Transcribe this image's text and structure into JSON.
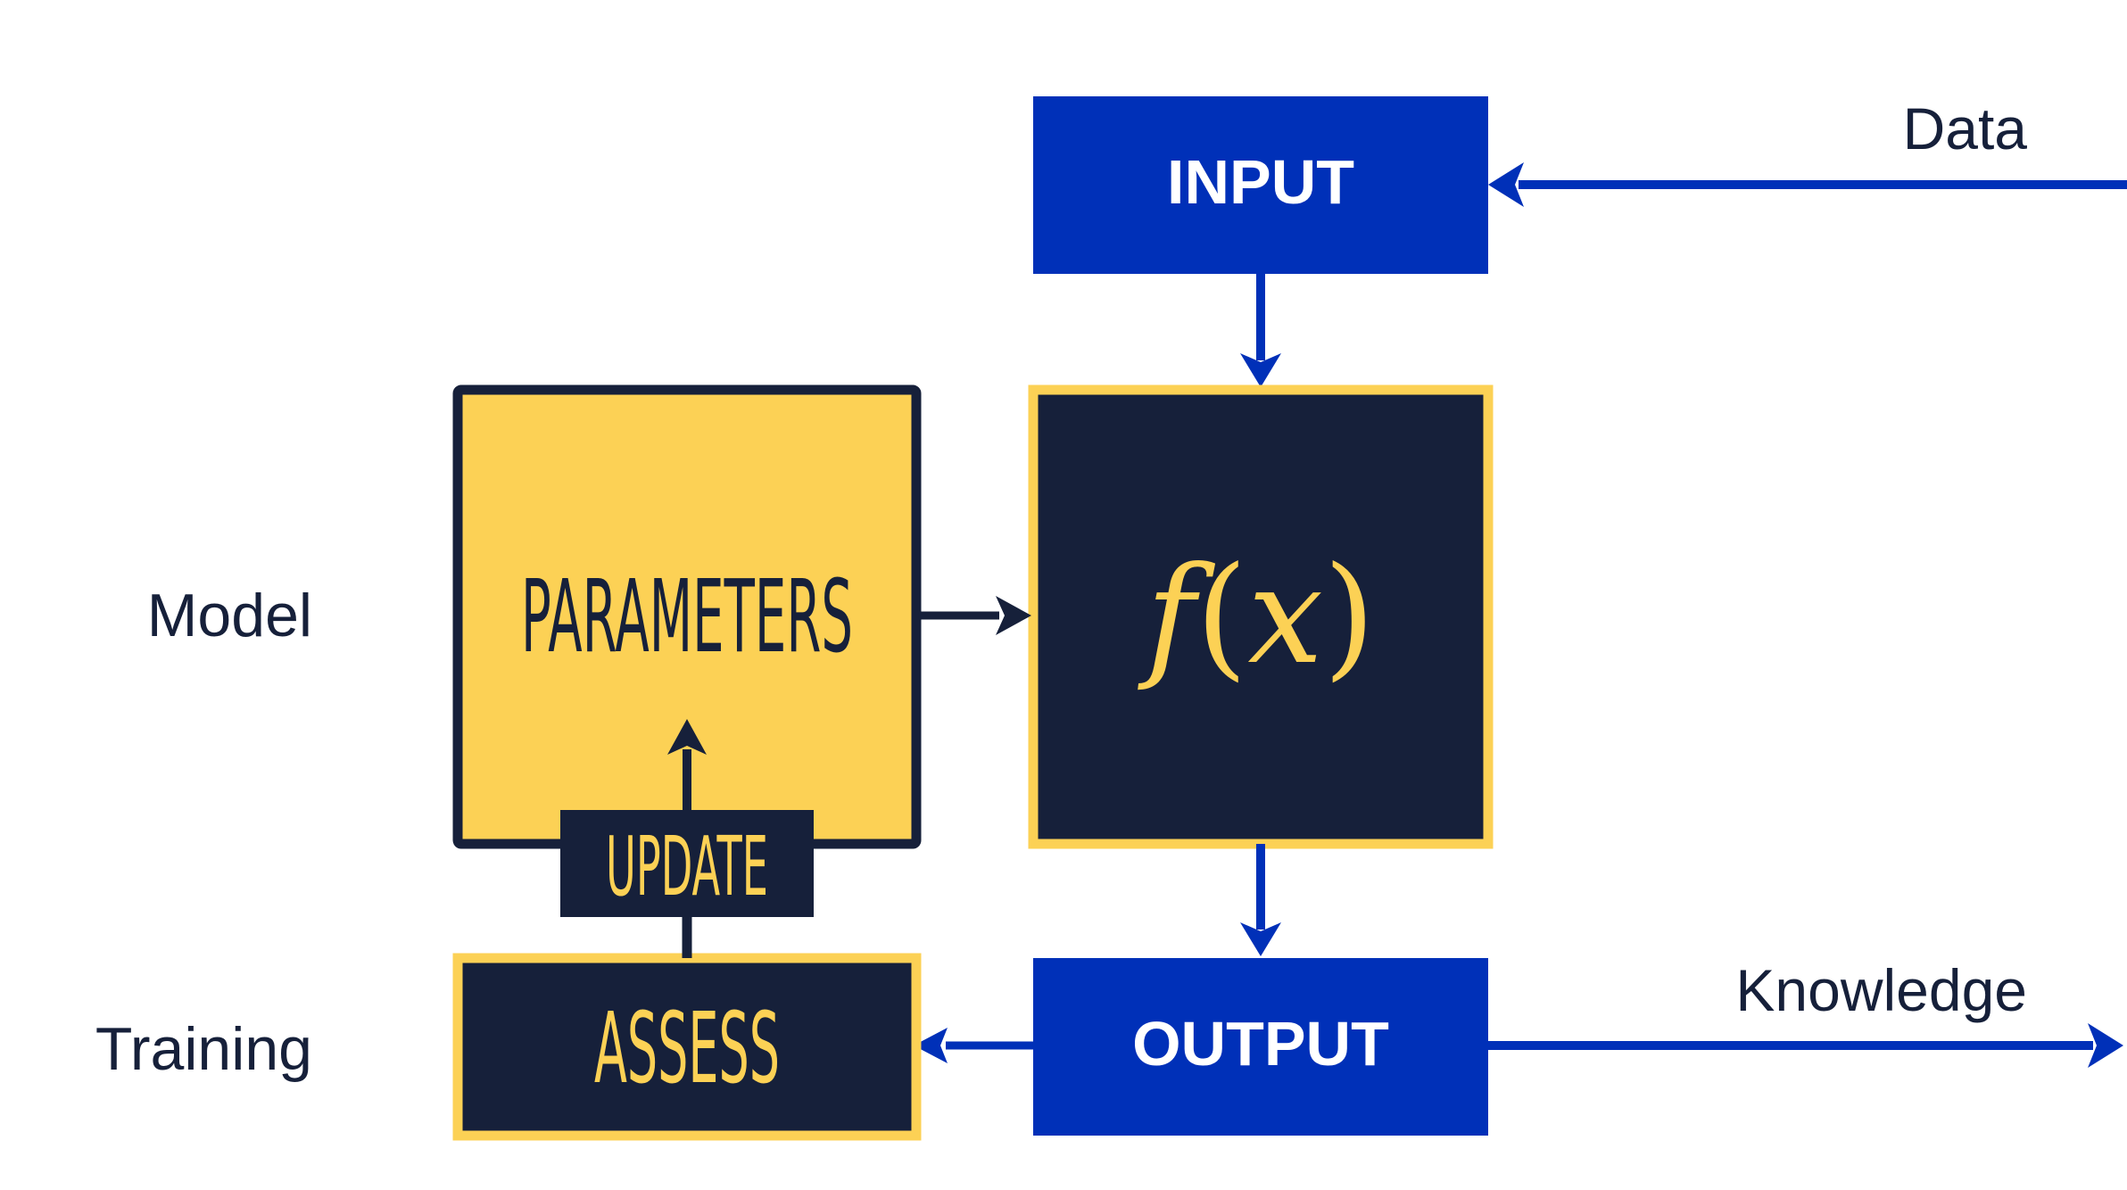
{
  "colors": {
    "blue": "#0030b8",
    "navy": "#16203a",
    "yellow": "#fcd155",
    "white": "#ffffff"
  },
  "labels": {
    "data": "Data",
    "knowledge": "Knowledge",
    "model": "Model",
    "training": "Training"
  },
  "boxes": {
    "input": "INPUT",
    "output": "OUTPUT",
    "parameters": "PARAMETERS",
    "update": "UPDATE",
    "assess": "ASSESS",
    "function": {
      "f": "f",
      "open_paren": "(",
      "x": "x",
      "close_paren": ")"
    }
  }
}
